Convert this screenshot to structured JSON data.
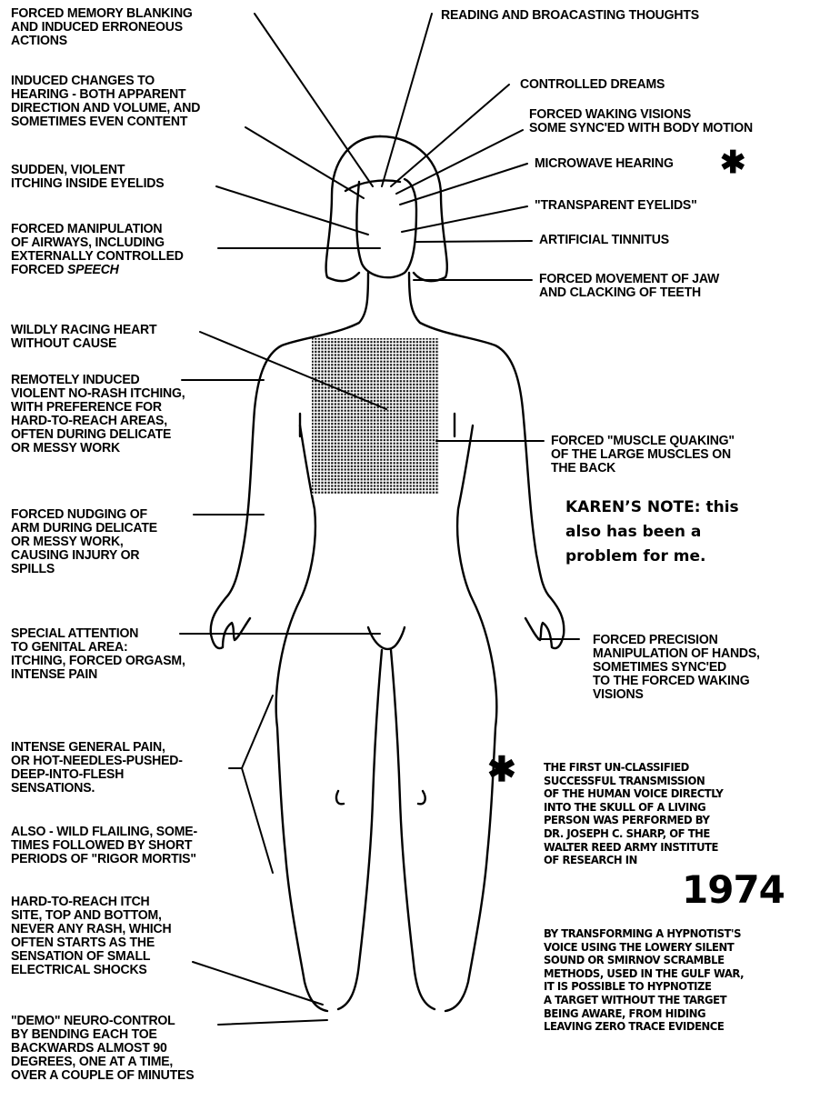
{
  "labels": {
    "memory": "FORCED MEMORY BLANKING\nAND INDUCED ERRONEOUS\nACTIONS",
    "hearing": "INDUCED CHANGES TO\nHEARING - BOTH APPARENT\nDIRECTION AND VOLUME, AND\nSOMETIMES EVEN CONTENT",
    "itching_eyelids": "SUDDEN, VIOLENT\nITCHING INSIDE EYELIDS",
    "airways": "FORCED MANIPULATION\nOF AIRWAYS, INCLUDING\nEXTERNALLY CONTROLLED\nFORCED ",
    "airways_emph": "SPEECH",
    "heart": "WILDLY RACING HEART\nWITHOUT CAUSE",
    "itching_remote": "REMOTELY INDUCED\nVIOLENT NO-RASH ITCHING,\nWITH PREFERENCE FOR\nHARD-TO-REACH AREAS,\nOFTEN DURING DELICATE\nOR MESSY WORK",
    "nudging": "FORCED NUDGING OF\nARM DURING DELICATE\nOR MESSY WORK,\nCAUSING INJURY OR\nSPILLS",
    "genital": "SPECIAL ATTENTION\nTO GENITAL AREA:\nITCHING,  FORCED ORGASM,\nINTENSE PAIN",
    "pain": "INTENSE GENERAL PAIN,\nOR HOT-NEEDLES-PUSHED-\nDEEP-INTO-FLESH\nSENSATIONS.",
    "flailing": "ALSO - WILD FLAILING, SOME-\nTIMES FOLLOWED BY SHORT\nPERIODS OF \"RIGOR MORTIS\"",
    "itch_site": "HARD-TO-REACH ITCH\nSITE, TOP AND BOTTOM,\nNEVER ANY RASH, WHICH\nOFTEN STARTS AS THE\nSENSATION OF SMALL\nELECTRICAL SHOCKS",
    "demo": "\"DEMO\"  NEURO-CONTROL\nBY BENDING EACH TOE\nBACKWARDS  ALMOST  90\nDEGREES, ONE AT A TIME,\nOVER A COUPLE OF MINUTES",
    "reading": "READING AND BROACASTING THOUGHTS",
    "dreams": "CONTROLLED DREAMS",
    "visions": "FORCED WAKING VISIONS\nSOME SYNC'ED WITH BODY MOTION",
    "microwave": "MICROWAVE HEARING",
    "eyelids": "\"TRANSPARENT EYELIDS\"",
    "tinnitus": "ARTIFICIAL TINNITUS",
    "jaw": "FORCED MOVEMENT OF JAW\nAND CLACKING OF TEETH",
    "quaking": "FORCED  \"MUSCLE QUAKING\"\nOF THE LARGE MUSCLES ON\nTHE BACK",
    "hands": "FORCED PRECISION\nMANIPULATION OF HANDS,\nSOMETIMES SYNC'ED\nTO THE FORCED WAKING\nVISIONS"
  },
  "note": "KAREN’S NOTE: this\nalso has been a\nproblem for me.",
  "footnote": {
    "part1": "THE FIRST UN-CLASSIFIED\nSUCCESSFUL TRANSMISSION\nOF THE HUMAN VOICE DIRECTLY\nINTO THE SKULL OF A LIVING\nPERSON WAS PERFORMED BY\nDR. JOSEPH C. SHARP, OF THE\nWALTER REED ARMY INSTITUTE\nOF RESEARCH IN",
    "year": "1974",
    "part2": "BY TRANSFORMING A HYPNOTIST'S\nVOICE USING THE LOWERY SILENT\nSOUND OR SMIRNOV SCRAMBLE\nMETHODS, USED IN THE GULF WAR,\nIT IS POSSIBLE TO HYPNOTIZE\nA TARGET WITHOUT THE TARGET\nBEING AWARE, FROM HIDING\nLEAVING ZERO TRACE EVIDENCE"
  },
  "asterisk": "✱"
}
